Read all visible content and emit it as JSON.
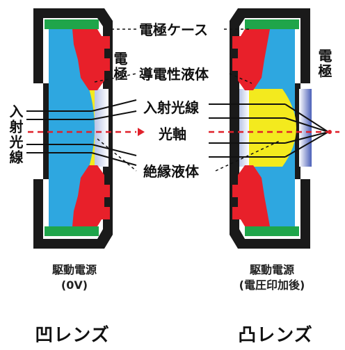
{
  "labels": {
    "electrode_case": "電極ケース",
    "electrode_left": "電極",
    "electrode_right": "電極",
    "conductive_liquid": "導電性液体",
    "incident_ray_center": "入射光線",
    "incident_ray_left": "入射光線",
    "optical_axis": "光軸",
    "insulating_liquid": "絶縁液体"
  },
  "left_lens": {
    "drive_line1": "駆動電源",
    "drive_line2": "(0V)",
    "title": "凹レンズ"
  },
  "right_lens": {
    "drive_line1": "駆動電源",
    "drive_line2": "(電圧印加後)",
    "title": "凸レンズ"
  },
  "colors": {
    "case": "#1a1a1a",
    "electrode": "#e8202a",
    "green": "#1fa54a",
    "conductive_liquid": "#2ea7e0",
    "insulating_liquid": "#f3ea1e",
    "axis": "#e0202a"
  }
}
